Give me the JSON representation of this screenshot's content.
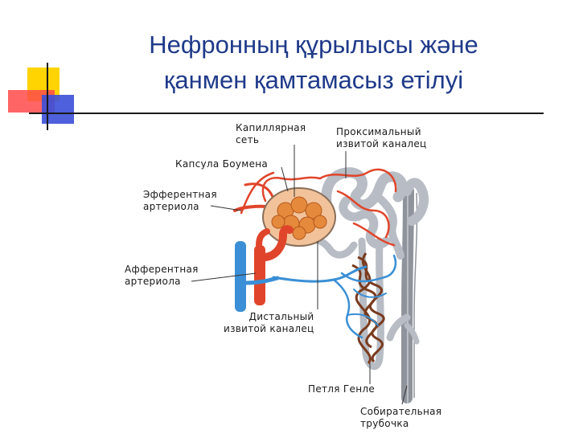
{
  "title": {
    "line1": "Нефронның  құрылысы және",
    "line2": "қанмен қамтамасыз етілуі"
  },
  "labels": {
    "capillary_net": {
      "line1": "Капиллярная",
      "line2": "сеть"
    },
    "proximal_tubule": {
      "line1": "Проксимальный",
      "line2": "извитой каналец"
    },
    "bowman_capsule": {
      "line1": "Капсула Боумена"
    },
    "efferent_arteriole": {
      "line1": "Эфферентная",
      "line2": "артериола"
    },
    "afferent_arteriole": {
      "line1": "Афферентная",
      "line2": "артериола"
    },
    "distal_tubule": {
      "line1": "Дистальный",
      "line2": "извитой каналец"
    },
    "loop_of_henle": {
      "line1": "Петля Генле"
    },
    "collecting_duct": {
      "line1": "Собирательная",
      "line2": "трубочка"
    }
  },
  "colors": {
    "title": "#1f3a8a",
    "artery": "#e0452b",
    "vein": "#3a8fd6",
    "tubule": "#b8bcc4",
    "glomerulus": "#e58a3c",
    "capsule": "#f2c39a",
    "vasa_recta": "#7a3b1e"
  }
}
